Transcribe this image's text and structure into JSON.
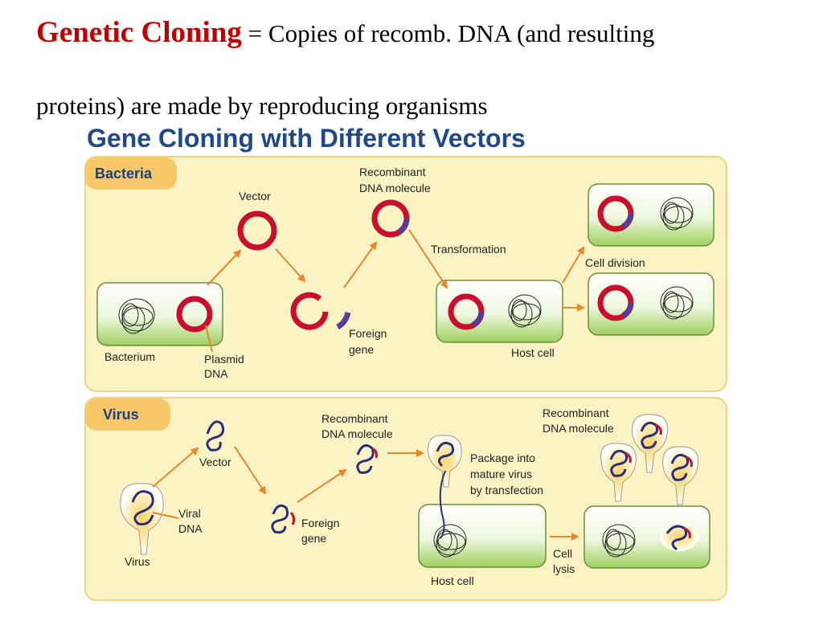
{
  "heading": {
    "accent": "Genetic Cloning",
    "rest": " = Copies of recomb. DNA (and resulting",
    "line2": "proteins) are made by reproducing organisms"
  },
  "figure": {
    "title": "Gene Cloning with Different Vectors",
    "bacteria_panel": {
      "tag": "Bacteria",
      "labels": {
        "vector": "Vector",
        "recombinant_1": "Recombinant",
        "recombinant_2": "DNA molecule",
        "transformation": "Transformation",
        "cell_division": "Cell division",
        "bacterium": "Bacterium",
        "plasmid_1": "Plasmid",
        "plasmid_2": "DNA",
        "foreign_1": "Foreign",
        "foreign_2": "gene",
        "host_cell": "Host cell"
      }
    },
    "virus_panel": {
      "tag": "Virus",
      "labels": {
        "vector": "Vector",
        "recombinant_1": "Recombinant",
        "recombinant_2": "DNA molecule",
        "recombinant_b1": "Recombinant",
        "recombinant_b2": "DNA molecule",
        "package_1": "Package into",
        "package_2": "mature virus",
        "package_3": "by transfection",
        "viral_1": "Viral",
        "viral_2": "DNA",
        "virus": "Virus",
        "foreign_1": "Foreign",
        "foreign_2": "gene",
        "host_cell": "Host cell",
        "lysis_1": "Cell",
        "lysis_2": "lysis"
      }
    },
    "colors": {
      "panel_fill": "#fbf3c4",
      "panel_stroke": "#f0d27a",
      "tag_fill": "#f7c867",
      "plasmid_red": "#c8102e",
      "foreign_purple": "#5b3a96",
      "arrow_orange": "#e8862a",
      "cell_green": "#a8d46a",
      "dna_navy": "#2a2f7a"
    }
  }
}
